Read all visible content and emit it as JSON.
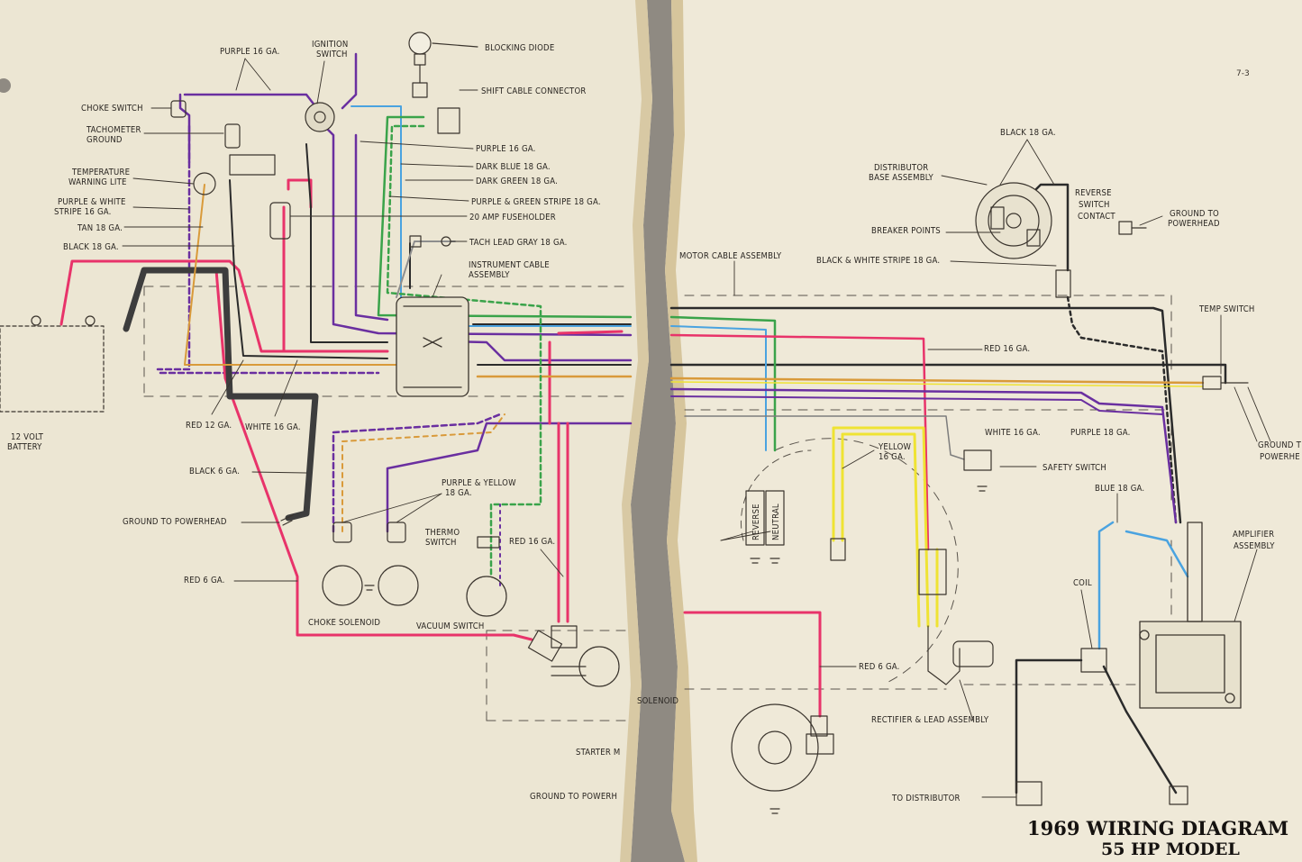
{
  "page": {
    "number": "7-3"
  },
  "title": {
    "line1": "1969 WIRING DIAGRAM",
    "line2": "55 HP MODEL"
  },
  "colors": {
    "paper_left": "#ece6d3",
    "paper_right": "#efe9d8",
    "ink": "#2a2622",
    "purple": "#6a2fa0",
    "red": "#e8336a",
    "black": "#2b2b2b",
    "green": "#3aa34a",
    "blue": "#4aa3e0",
    "yellow": "#efe333",
    "tan": "#d99a3a",
    "gray": "#8e8e8e"
  },
  "labels_left": {
    "purple16": "PURPLE 16 GA.",
    "ign_1": "IGNITION",
    "ign_2": "SWITCH",
    "blocking": "BLOCKING DIODE",
    "choke": "CHOKE SWITCH",
    "shiftcable": "SHIFT CABLE CONNECTOR",
    "tach_1": "TACHOMETER",
    "tach_2": "GROUND",
    "temp_1": "TEMPERATURE",
    "temp_2": "WARNING LITE",
    "pw_1": "PURPLE & WHITE",
    "pw_2": "STRIPE 16 GA.",
    "tan18": "TAN 18 GA.",
    "black18": "BLACK 18 GA.",
    "purple16b": "PURPLE 16 GA.",
    "darkblue": "DARK BLUE 18 GA.",
    "darkgreen": "DARK GREEN 18 GA.",
    "pgstripe": "PURPLE & GREEN STRIPE 18 GA.",
    "fuse": "20 AMP FUSEHOLDER",
    "tachlead": "TACH LEAD GRAY 18 GA.",
    "inst_1": "INSTRUMENT CABLE",
    "inst_2": "ASSEMBLY",
    "red12": "RED 12 GA.",
    "white16": "WHITE 16 GA.",
    "batt_1": "12 VOLT",
    "batt_2": "BATTERY",
    "black6": "BLACK 6 GA.",
    "gndpower": "GROUND TO POWERHEAD",
    "py_1": "PURPLE & YELLOW",
    "py_2": "18 GA.",
    "thermo_1": "THERMO",
    "thermo_2": "SWITCH",
    "red16": "RED 16 GA.",
    "red6": "RED 6 GA.",
    "chokesol": "CHOKE SOLENOID",
    "vacuum": "VACUUM SWITCH",
    "solenoid": "SOLENOID",
    "starter": "STARTER M",
    "gndpower2": "GROUND TO POWERH"
  },
  "labels_right": {
    "black18": "BLACK 18 GA.",
    "dist_1": "DISTRIBUTOR",
    "dist_2": "BASE ASSEMBLY",
    "rev_1": "REVERSE",
    "rev_2": "SWITCH",
    "rev_3": "CONTACT",
    "gndph_1": "GROUND TO",
    "gndph_2": "POWERHEAD",
    "breaker": "BREAKER POINTS",
    "motorcable": "MOTOR CABLE ASSEMBLY",
    "bwstripe": "BLACK & WHITE STRIPE 18 GA.",
    "tempsw": "TEMP SWITCH",
    "red16": "RED 16 GA.",
    "white16": "WHITE 16 GA.",
    "purple18": "PURPLE 18 GA.",
    "gndt_1": "GROUND T",
    "gndt_2": "POWERHE",
    "yel_1": "YELLOW",
    "yel_2": "16 GA.",
    "safety": "SAFETY SWITCH",
    "blue18": "BLUE 18 GA.",
    "amp_1": "AMPLIFIER",
    "amp_2": "ASSEMBLY",
    "reverse": "REVERSE",
    "neutral": "NEUTRAL",
    "coil": "COIL",
    "red6": "RED 6 GA.",
    "rectifier": "RECTIFIER & LEAD ASSEMBLY",
    "todist": "TO DISTRIBUTOR"
  }
}
